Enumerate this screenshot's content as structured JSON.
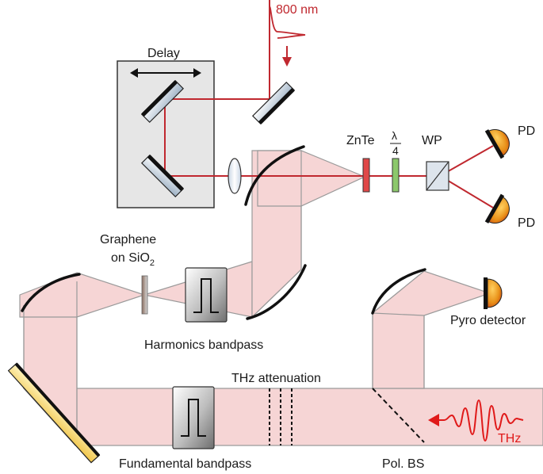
{
  "labels": {
    "laser": "800 nm",
    "delay": "Delay",
    "znte": "ZnTe",
    "qwp_num": "λ",
    "qwp_den": "4",
    "wp": "WP",
    "pd_top": "PD",
    "pd_bottom": "PD",
    "graphene_line1": "Graphene",
    "graphene_line2": "on SiO",
    "graphene_sub": "2",
    "harmonics": "Harmonics bandpass",
    "pyro": "Pyro detector",
    "attenuation": "THz attenuation",
    "fundamental": "Fundamental bandpass",
    "polbs": "Pol. BS",
    "thz": "THz"
  },
  "colors": {
    "laser_red": "#c0282f",
    "thz_red": "#e01a1a",
    "beam_fill": "#f6d5d5",
    "beam_edge": "#9a9a9a",
    "delay_box": "#e6e6e6",
    "znte_crystal": "#e04848",
    "waveplate": "#8cc86c",
    "detector": "#e8a020"
  }
}
